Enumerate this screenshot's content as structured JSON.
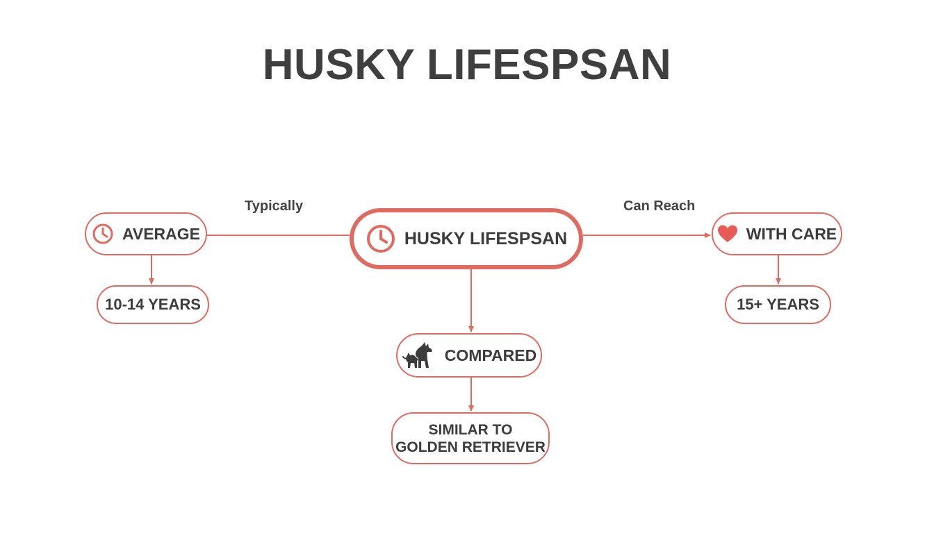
{
  "title": "HUSKY LIFESPSAN",
  "nodes": {
    "center": {
      "label": "HUSKY LIFESPSAN",
      "icon": "clock-icon"
    },
    "average": {
      "label": "AVERAGE",
      "icon": "clock-icon"
    },
    "average_value": {
      "label": "10-14 YEARS"
    },
    "with_care": {
      "label": "WITH CARE",
      "icon": "heart-icon"
    },
    "with_care_value": {
      "label": "15+ YEARS"
    },
    "compared": {
      "label": "COMPARED",
      "icon": "dog-cat-icon"
    },
    "compared_value": {
      "line1": "SIMILAR TO",
      "line2": "GOLDEN RETRIEVER"
    }
  },
  "edges": {
    "typically": "Typically",
    "can_reach": "Can Reach"
  },
  "colors": {
    "accent": "#e06a60",
    "text": "#3c3c3c",
    "heart": "#e85a55"
  }
}
